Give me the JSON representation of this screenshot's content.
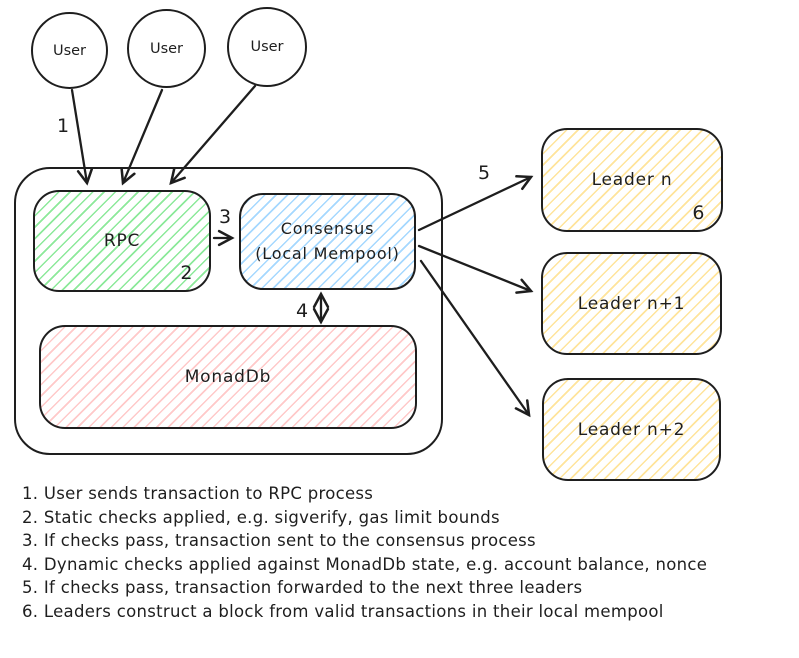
{
  "nodes": {
    "user": "User",
    "rpc": "RPC",
    "rpc_step": "2",
    "consensus_line1": "Consensus",
    "consensus_line2": "(Local Mempool)",
    "monaddb": "MonadDb",
    "leader_n": "Leader n",
    "leader_n_step": "6",
    "leader_n1": "Leader n+1",
    "leader_n2": "Leader n+2"
  },
  "arrow_labels": {
    "step1": "1",
    "step3": "3",
    "step4": "4",
    "step5": "5"
  },
  "steps": [
    "1. User sends transaction to RPC process",
    "2. Static checks applied, e.g. sigverify, gas limit bounds",
    "3. If checks pass, transaction sent to the consensus process",
    "4. Dynamic checks applied against MonadDb state, e.g. account balance, nonce",
    "5. If checks pass, transaction forwarded to the next three leaders",
    "6. Leaders construct a block from valid transactions in their local mempool"
  ],
  "colors": {
    "stroke": "#1e1e1e",
    "green-hatch": "#8ce99a",
    "blue-hatch": "#a5d8ff",
    "red-hatch": "#ffc9c9",
    "yellow-hatch": "#ffe49b"
  }
}
